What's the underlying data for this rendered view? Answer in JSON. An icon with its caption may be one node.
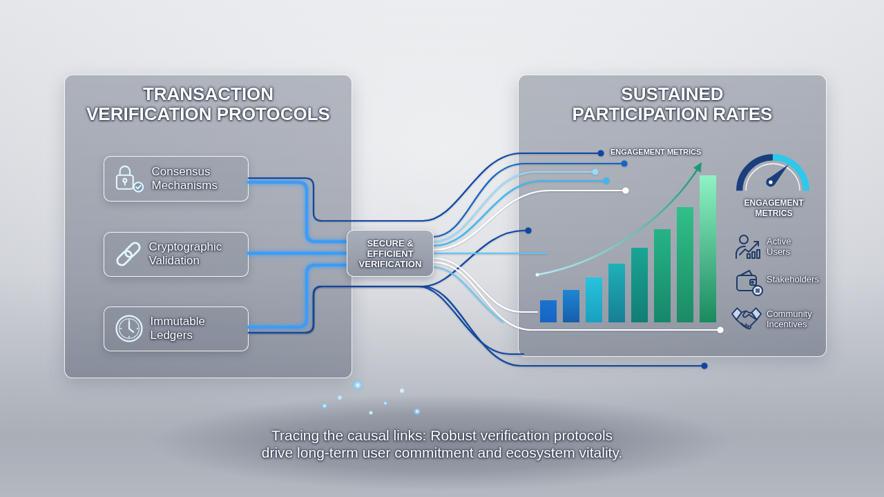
{
  "diagram": {
    "caption": "Tracing the causal links: Robust verification protocols drive long-term user commitment and ecosystem vitality.",
    "nodes": [
      {
        "text": [
          "TRANSACTION VERIFICATION PROTOCOLS"
        ]
      },
      {
        "text": [
          "Consensus Mechanisms"
        ],
        "in": 0
      },
      {
        "text": [
          "Cryptographic Validation"
        ],
        "in": 0
      },
      {
        "text": [
          "Immutable Ledgers"
        ],
        "in": 0
      },
      {
        "text": [
          "SECURE & EFFICIENT VERIFICATION"
        ]
      },
      {
        "text": [
          "SUSTAINED PARTICIPATION RATES"
        ]
      }
    ],
    "edges": [
      {
        "from": 1,
        "to": 4,
        "arrow": "none",
        "style": "thick",
        "color": "#3d9cf5"
      },
      {
        "from": 2,
        "to": 4,
        "arrow": "none",
        "style": "thick",
        "color": "#3d9cf5"
      },
      {
        "from": 3,
        "to": 4,
        "arrow": "none",
        "style": "thick",
        "color": "#3d9cf5"
      },
      {
        "from": 1,
        "to": 5,
        "arrow": "other"
      },
      {
        "from": 3,
        "to": 5,
        "arrow": "other"
      },
      {
        "from": 3,
        "to": 5,
        "arrow": "other"
      },
      {
        "from": 4,
        "to": 5,
        "arrow": "other",
        "color": "#1565c0"
      },
      {
        "from": 4,
        "to": 5,
        "arrow": "other",
        "color": "#9ad8f7"
      },
      {
        "from": 4,
        "to": 5,
        "arrow": "other",
        "color": "#3bb8f2"
      },
      {
        "from": 4,
        "to": 5,
        "arrow": "other",
        "color": "#ffffff"
      },
      {
        "from": 4,
        "to": 5,
        "arrow": "none",
        "color": "#5cc8f5"
      },
      {
        "from": 4,
        "to": 5,
        "arrow": "none",
        "color": "#ffffff"
      },
      {
        "from": 4,
        "to": 5,
        "arrow": "other",
        "color": "#ffffff"
      },
      {
        "from": 4,
        "to": null,
        "arrow": "none",
        "color": "#6fc6f0"
      },
      {
        "from": 3,
        "to": 5,
        "arrow": "none"
      }
    ],
    "labels": [
      "ENGAGEMENT METRICS",
      "ENGAGEMENT METRICS",
      "Active Users",
      "Stakeholders",
      "Community Incentives"
    ]
  }
}
